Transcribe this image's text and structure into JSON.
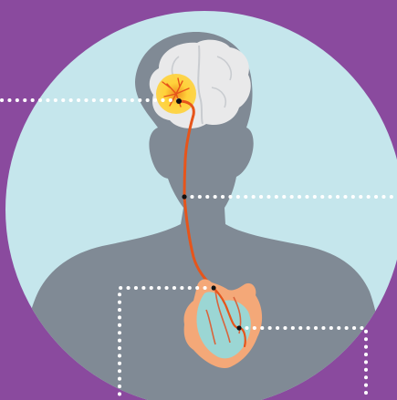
{
  "colors": {
    "background": "#8A4A9E",
    "circle": "#C5E6EC",
    "silhouette": "#808A95",
    "brain": "#E9E9EA",
    "brain_folds": "#C9CCD0",
    "glow": "#FFD23A",
    "glow_core": "#F08C1E",
    "lead_wire": "#E6551B",
    "heart_outer": "#F4A878",
    "heart_inner": "#9BD6D4",
    "heart_line": "#D9643C",
    "connector_dots": "#FFFFFF",
    "node": "#111111"
  },
  "icons": {
    "silhouette": "human-head-and-shoulders-silhouette",
    "brain": "brain-icon",
    "stimulation_site": "brain-stimulation-glow",
    "lead": "nerve-stimulator-lead",
    "heart": "heart-icon"
  },
  "callouts": [
    "brain-callout",
    "neck-callout",
    "heart-upper-callout",
    "heart-lower-callout"
  ]
}
